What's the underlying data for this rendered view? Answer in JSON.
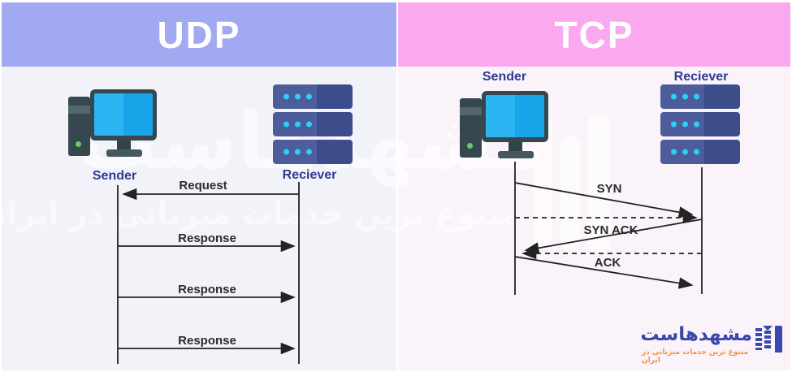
{
  "udp": {
    "title": "UDP",
    "header_color": "#a1aaf1",
    "bg_color": "#f2f2f9",
    "sender_label": "Sender",
    "receiver_label": "Reciever",
    "messages": [
      {
        "label": "Request",
        "direction": "receiver-to-sender",
        "line": "solid-horizontal"
      },
      {
        "label": "Response",
        "direction": "sender-to-receiver",
        "line": "solid-horizontal"
      },
      {
        "label": "Response",
        "direction": "sender-to-receiver",
        "line": "solid-horizontal"
      },
      {
        "label": "Response",
        "direction": "sender-to-receiver",
        "line": "solid-horizontal"
      }
    ]
  },
  "tcp": {
    "title": "TCP",
    "header_color": "#fba9ef",
    "bg_color": "#faf3f9",
    "sender_label": "Sender",
    "receiver_label": "Reciever",
    "messages": [
      {
        "label": "SYN",
        "direction": "sender-to-receiver",
        "line": "solid-diagonal-with-dashed-return"
      },
      {
        "label": "SYN ACK",
        "direction": "receiver-to-sender",
        "line": "solid-diagonal-with-dashed-return"
      },
      {
        "label": "ACK",
        "direction": "sender-to-receiver",
        "line": "solid-diagonal"
      }
    ]
  },
  "watermark": {
    "text": "مشهدهاست",
    "tagline": "متنوع ترین خدمات میزبانی در ایران"
  },
  "brand": {
    "name": "مشهدهاست",
    "tagline": "متنوع ترین خدمات میزبانی در ایران",
    "name_color": "#3a47ad",
    "tagline_color": "#f0953f"
  },
  "colors": {
    "arrow": "#232323",
    "actor_label": "#2e3a8f",
    "server_body": "#4d5c9b",
    "server_body_dark": "#3d4d8c",
    "server_dot": "#2bd0f4",
    "pc_frame": "#37474f",
    "pc_screen_left": "#2cb5f2",
    "pc_screen_right": "#18a5ea",
    "pc_power_led": "#66cb6a"
  }
}
